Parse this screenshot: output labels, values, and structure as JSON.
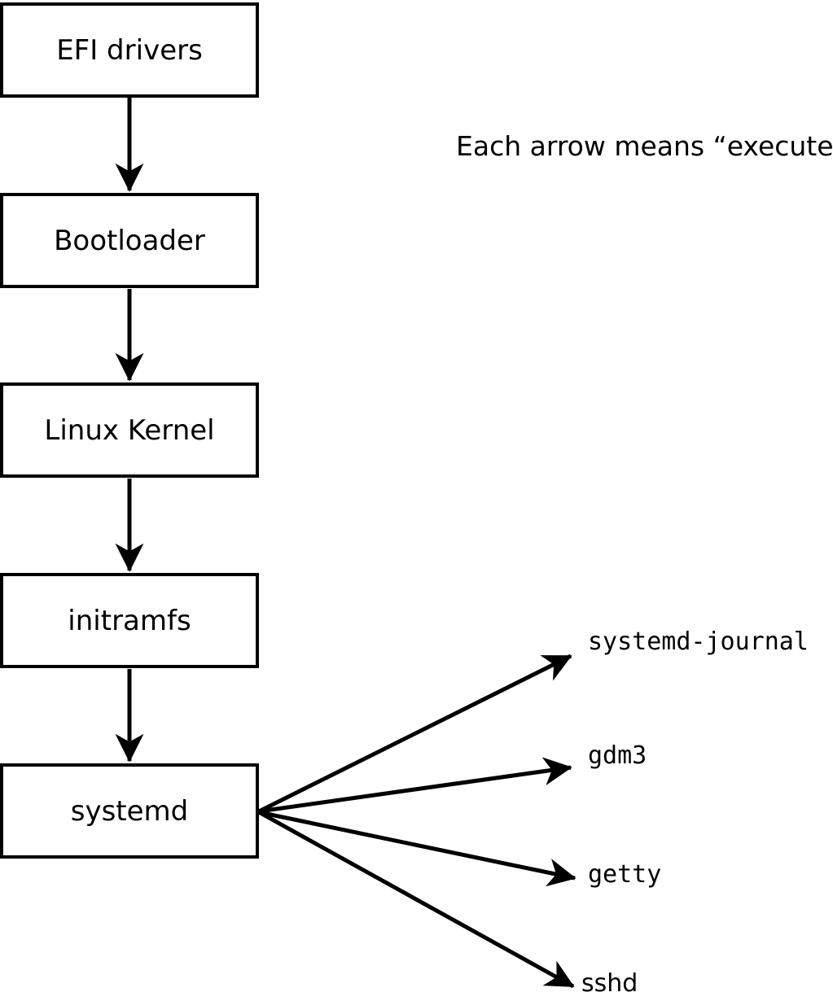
{
  "diagram": {
    "annotation": "Each arrow means “executes”.",
    "boot_chain": [
      {
        "label": "EFI drivers"
      },
      {
        "label": "Bootloader"
      },
      {
        "label": "Linux Kernel"
      },
      {
        "label": "initramfs"
      },
      {
        "label": "systemd"
      }
    ],
    "spawned_processes": [
      {
        "label": "systemd-journal"
      },
      {
        "label": "gdm3"
      },
      {
        "label": "getty"
      },
      {
        "label": "sshd"
      }
    ],
    "edge_meaning": "executes",
    "colors": {
      "line": "#000000",
      "background": "#ffffff",
      "box_fill": "#ffffff",
      "text": "#000000"
    }
  }
}
